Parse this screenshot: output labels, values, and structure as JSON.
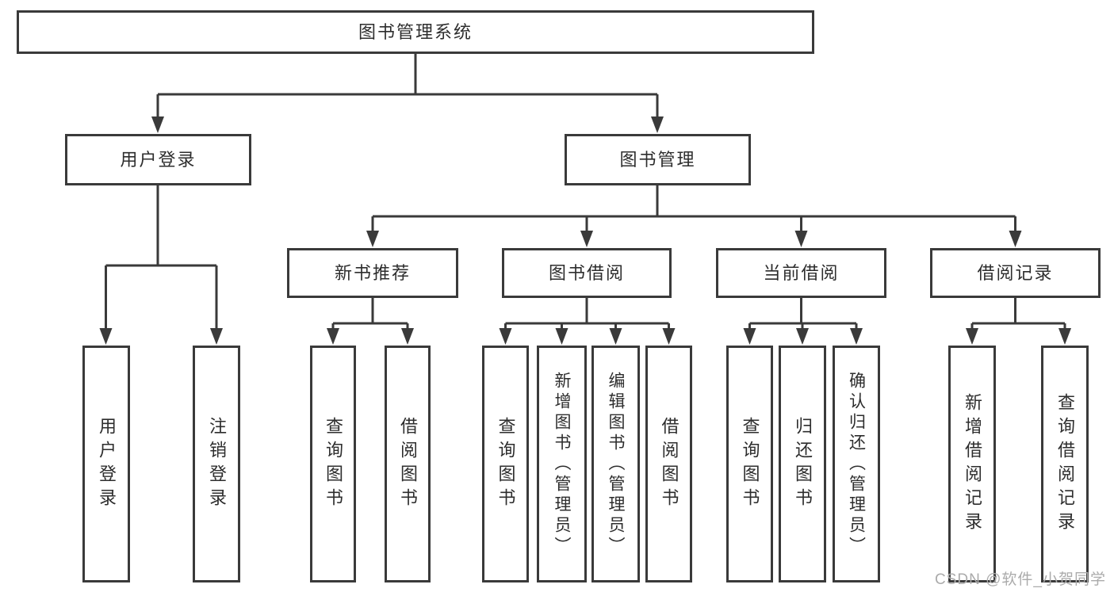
{
  "tree": {
    "root": {
      "label": "图书管理系统"
    },
    "login": {
      "label": "用户登录",
      "children": [
        {
          "label": "用户登录"
        },
        {
          "label": "注销登录"
        }
      ]
    },
    "management": {
      "label": "图书管理",
      "sections": [
        {
          "label": "新书推荐",
          "children": [
            {
              "label": "查询图书"
            },
            {
              "label": "借阅图书"
            }
          ]
        },
        {
          "label": "图书借阅",
          "children": [
            {
              "label": "查询图书"
            },
            {
              "label": "新增图书（管理员）"
            },
            {
              "label": "编辑图书（管理员）"
            },
            {
              "label": "借阅图书"
            }
          ]
        },
        {
          "label": "当前借阅",
          "children": [
            {
              "label": "查询图书"
            },
            {
              "label": "归还图书"
            },
            {
              "label": "确认归还（管理员）"
            }
          ]
        },
        {
          "label": "借阅记录",
          "children": [
            {
              "label": "新增借阅记录"
            },
            {
              "label": "查询借阅记录"
            }
          ]
        }
      ]
    }
  },
  "watermark": {
    "text": "CSDN @软件_小贺同学"
  },
  "colors": {
    "line": "#3a3a3a",
    "text": "#2d2d2d",
    "watermark": "#ababab"
  }
}
